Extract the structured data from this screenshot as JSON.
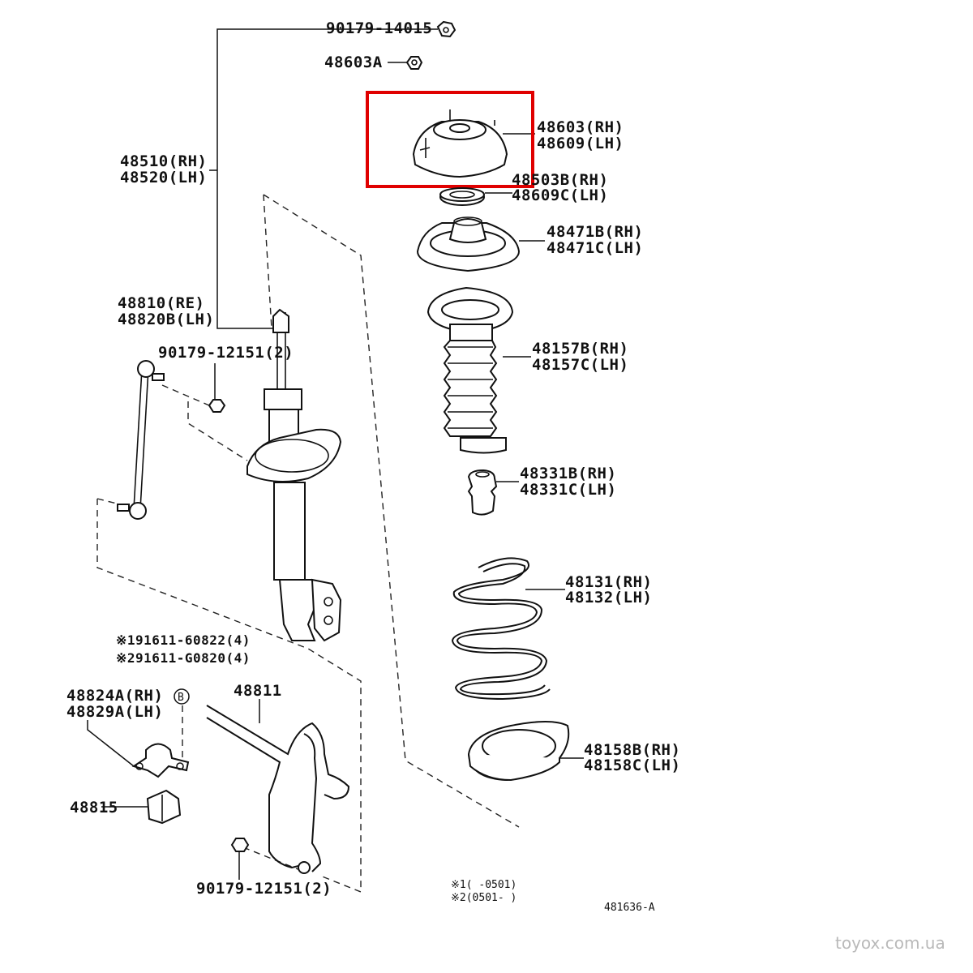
{
  "labels": {
    "nut_top": "90179-14015",
    "nut_a": "48603A",
    "mount_rh": "48603(RH)",
    "mount_lh": "48609(LH)",
    "bearing_rh": "48503B(RH)",
    "bearing_lh": "48609C(LH)",
    "seat_rh": "48471B(RH)",
    "seat_lh": "48471C(LH)",
    "strut_rh": "48510(RH)",
    "strut_lh": "48520(LH)",
    "link_re": "48810(RE)",
    "link_lh": "48820B(LH)",
    "nut_link": "90179-12151(2)",
    "boot_rh": "48157B(RH)",
    "boot_lh": "48157C(LH)",
    "bump_rh": "48331B(RH)",
    "bump_lh": "48331C(LH)",
    "spring_rh": "48131(RH)",
    "spring_lh": "48132(LH)",
    "bolt1": "※191611-60822(4)",
    "bolt2": "※291611-G0820(4)",
    "bracket_rh": "48824A(RH)",
    "bracket_lh": "48829A(LH)",
    "circle_b": "B",
    "stabilizer": "48811",
    "insulator_rh": "48158B(RH)",
    "insulator_lh": "48158C(LH)",
    "bushing": "48815",
    "nut_bottom": "90179-12151(2)",
    "note1": "※1(      -0501)",
    "note2": "※2(0501-      )",
    "figure_code": "481636-A",
    "watermark": "toyox.com.ua"
  },
  "highlight_color": "#e00000"
}
